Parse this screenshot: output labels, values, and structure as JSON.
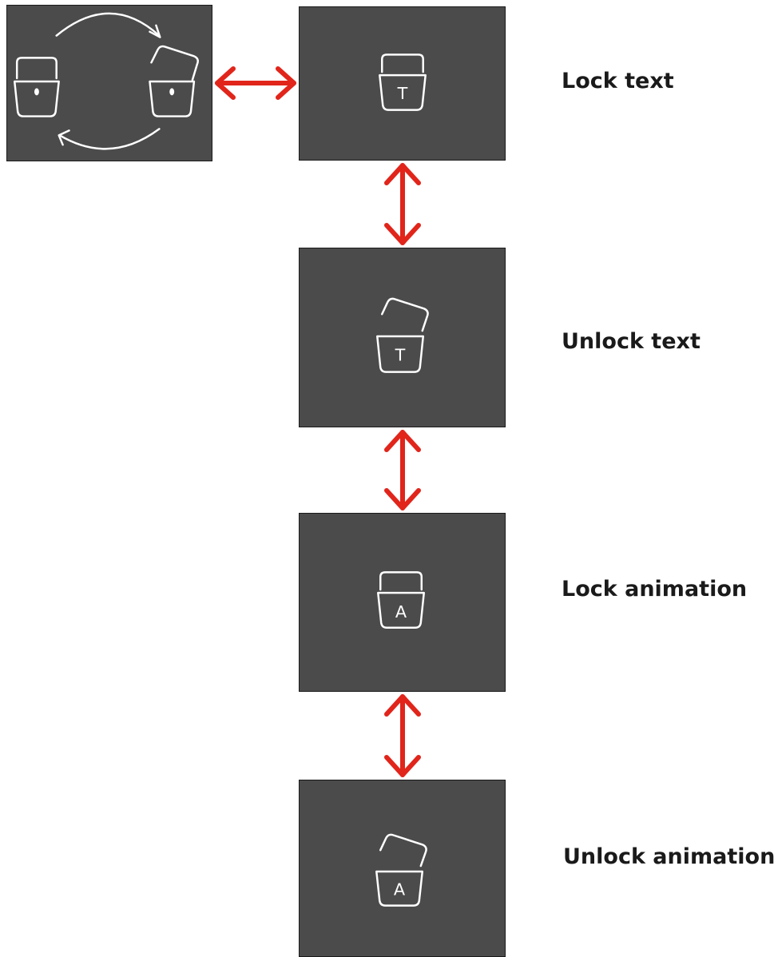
{
  "colors": {
    "tile_bg": "#4b4b4b",
    "arrow": "#e1251b",
    "icon_stroke": "#ffffff",
    "label": "#1a1a1a"
  },
  "diagram": {
    "cycle_tile": {
      "icons": [
        "lock-closed-icon",
        "lock-open-icon",
        "cycle-arrows-icon"
      ]
    },
    "steps": [
      {
        "label": "Lock text",
        "glyph": "T",
        "icon": "lock-closed-text-icon"
      },
      {
        "label": "Unlock text",
        "glyph": "T",
        "icon": "lock-open-text-icon"
      },
      {
        "label": "Lock animation",
        "glyph": "A",
        "icon": "lock-closed-animation-icon"
      },
      {
        "label": "Unlock animation",
        "glyph": "A",
        "icon": "lock-open-animation-icon"
      }
    ],
    "connectors": [
      "double-arrow-horizontal",
      "double-arrow-vertical",
      "double-arrow-vertical",
      "double-arrow-vertical"
    ]
  }
}
